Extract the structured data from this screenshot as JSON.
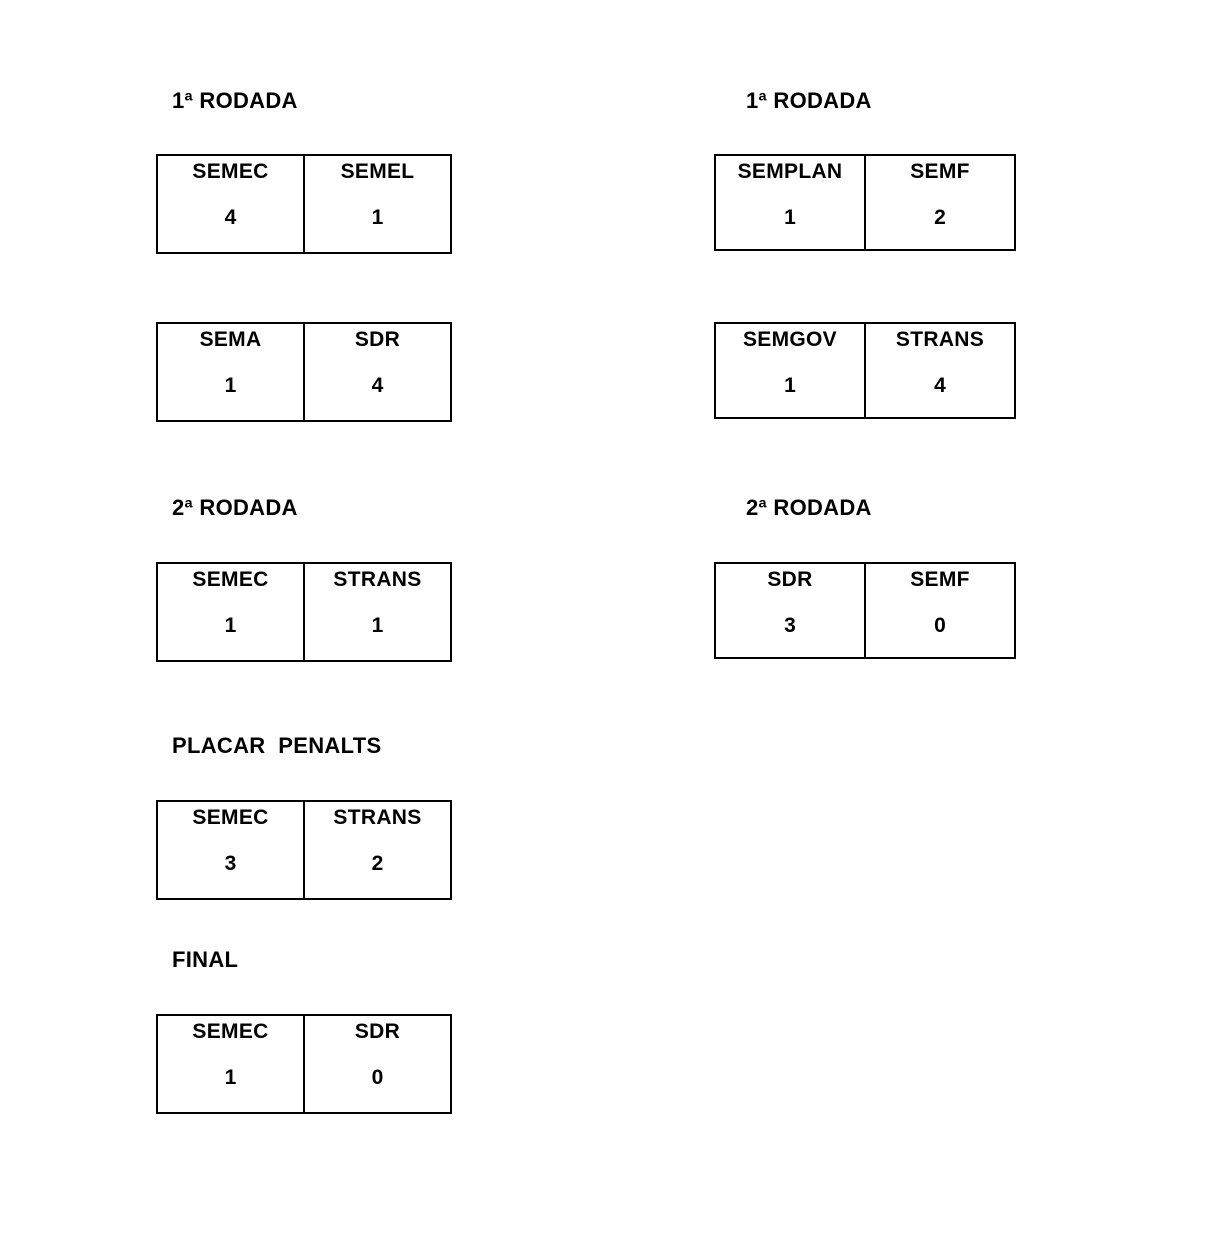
{
  "left_column": {
    "round1": {
      "heading": "1ª RODADA",
      "matches": [
        {
          "home": "SEMEC",
          "home_score": "4",
          "away": "SEMEL",
          "away_score": "1"
        },
        {
          "home": "SEMA",
          "home_score": "1",
          "away": "SDR",
          "away_score": "4"
        }
      ]
    },
    "round2": {
      "heading": "2ª RODADA",
      "matches": [
        {
          "home": "SEMEC",
          "home_score": "1",
          "away": "STRANS",
          "away_score": "1"
        }
      ]
    },
    "penalties": {
      "heading": "PLACAR  PENALTS",
      "matches": [
        {
          "home": "SEMEC",
          "home_score": "3",
          "away": "STRANS",
          "away_score": "2"
        }
      ]
    },
    "final": {
      "heading": "FINAL",
      "matches": [
        {
          "home": "SEMEC",
          "home_score": "1",
          "away": "SDR",
          "away_score": "0"
        }
      ]
    }
  },
  "right_column": {
    "round1": {
      "heading": "1ª RODADA",
      "matches": [
        {
          "home": "SEMPLAN",
          "home_score": "1",
          "away": "SEMF",
          "away_score": "2"
        },
        {
          "home": "SEMGOV",
          "home_score": "1",
          "away": "STRANS",
          "away_score": "4"
        }
      ]
    },
    "round2": {
      "heading": "2ª RODADA",
      "matches": [
        {
          "home": "SDR",
          "home_score": "3",
          "away": "SEMF",
          "away_score": "0"
        }
      ]
    }
  }
}
